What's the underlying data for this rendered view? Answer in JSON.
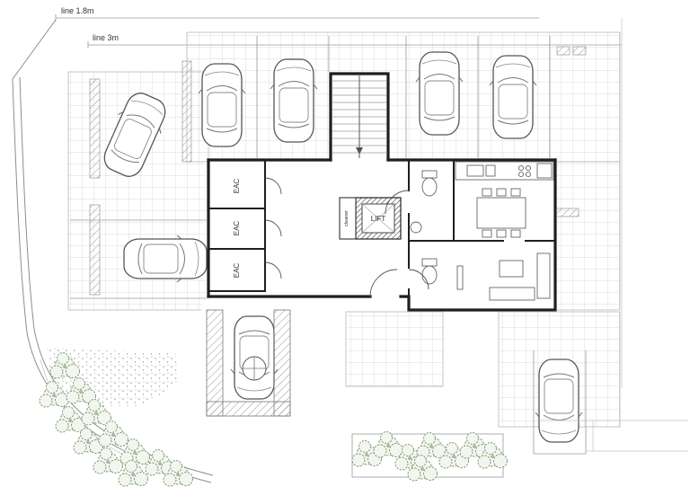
{
  "drawing": {
    "type": "architectural-ground-floor-site-plan",
    "setback_labels": [
      {
        "id": "setback-1",
        "text": "line 1.8m"
      },
      {
        "id": "setback-2",
        "text": "line 3m"
      }
    ],
    "room_labels": {
      "eac_1": "EAC",
      "eac_2": "EAC",
      "eac_3": "EAC",
      "lift": "LIFT",
      "cleaner": "cleaner"
    }
  },
  "colors": {
    "paper": "#ffffff",
    "wall": "#1f1f1f",
    "line": "#9a9a9a",
    "grid": "#cfcfcf",
    "plant": "#7a9a6a"
  }
}
